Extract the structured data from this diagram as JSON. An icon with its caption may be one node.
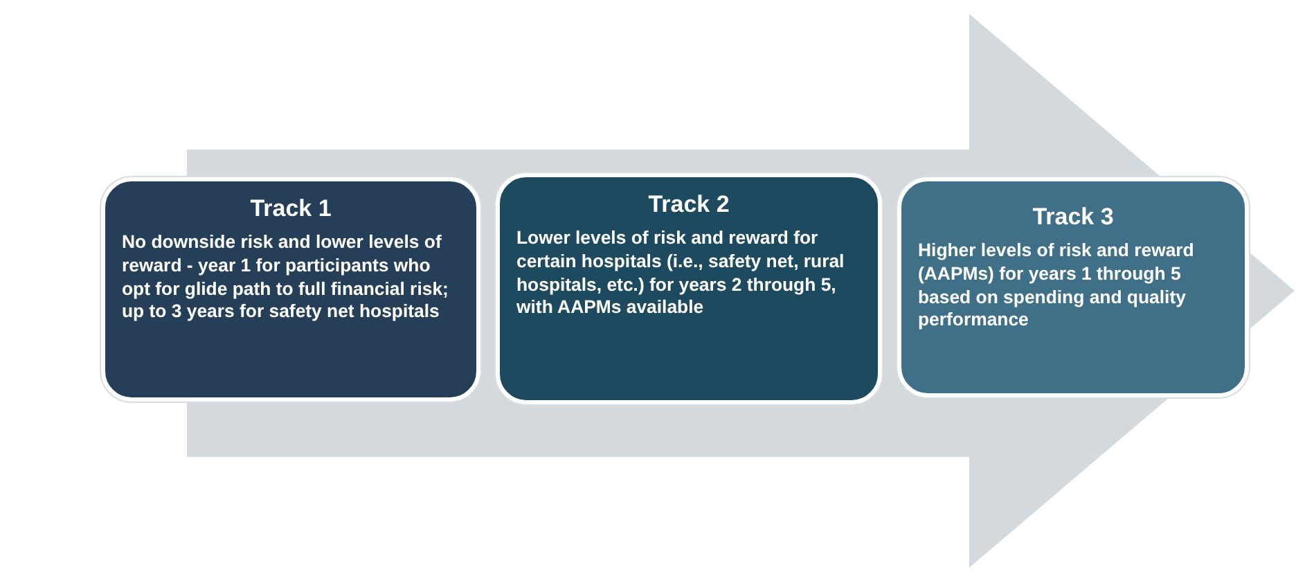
{
  "diagram": {
    "nodes": [
      {
        "text": [
          "Track 1",
          "No downside risk and lower levels of reward - year 1 for participants who opt for glide path to full financial risk; up to 3 years for safety net hospitals"
        ]
      },
      {
        "text": [
          "Track 2",
          "Lower levels of risk and reward for certain hospitals (i.e., safety net, rural  hospitals, etc.) for years 2 through 5, with AAPMs available"
        ]
      },
      {
        "text": [
          "Track 3",
          "Higher levels of risk and reward (AAPMs) for years 1 through 5 based on spending and quality performance"
        ]
      }
    ],
    "edges": []
  }
}
